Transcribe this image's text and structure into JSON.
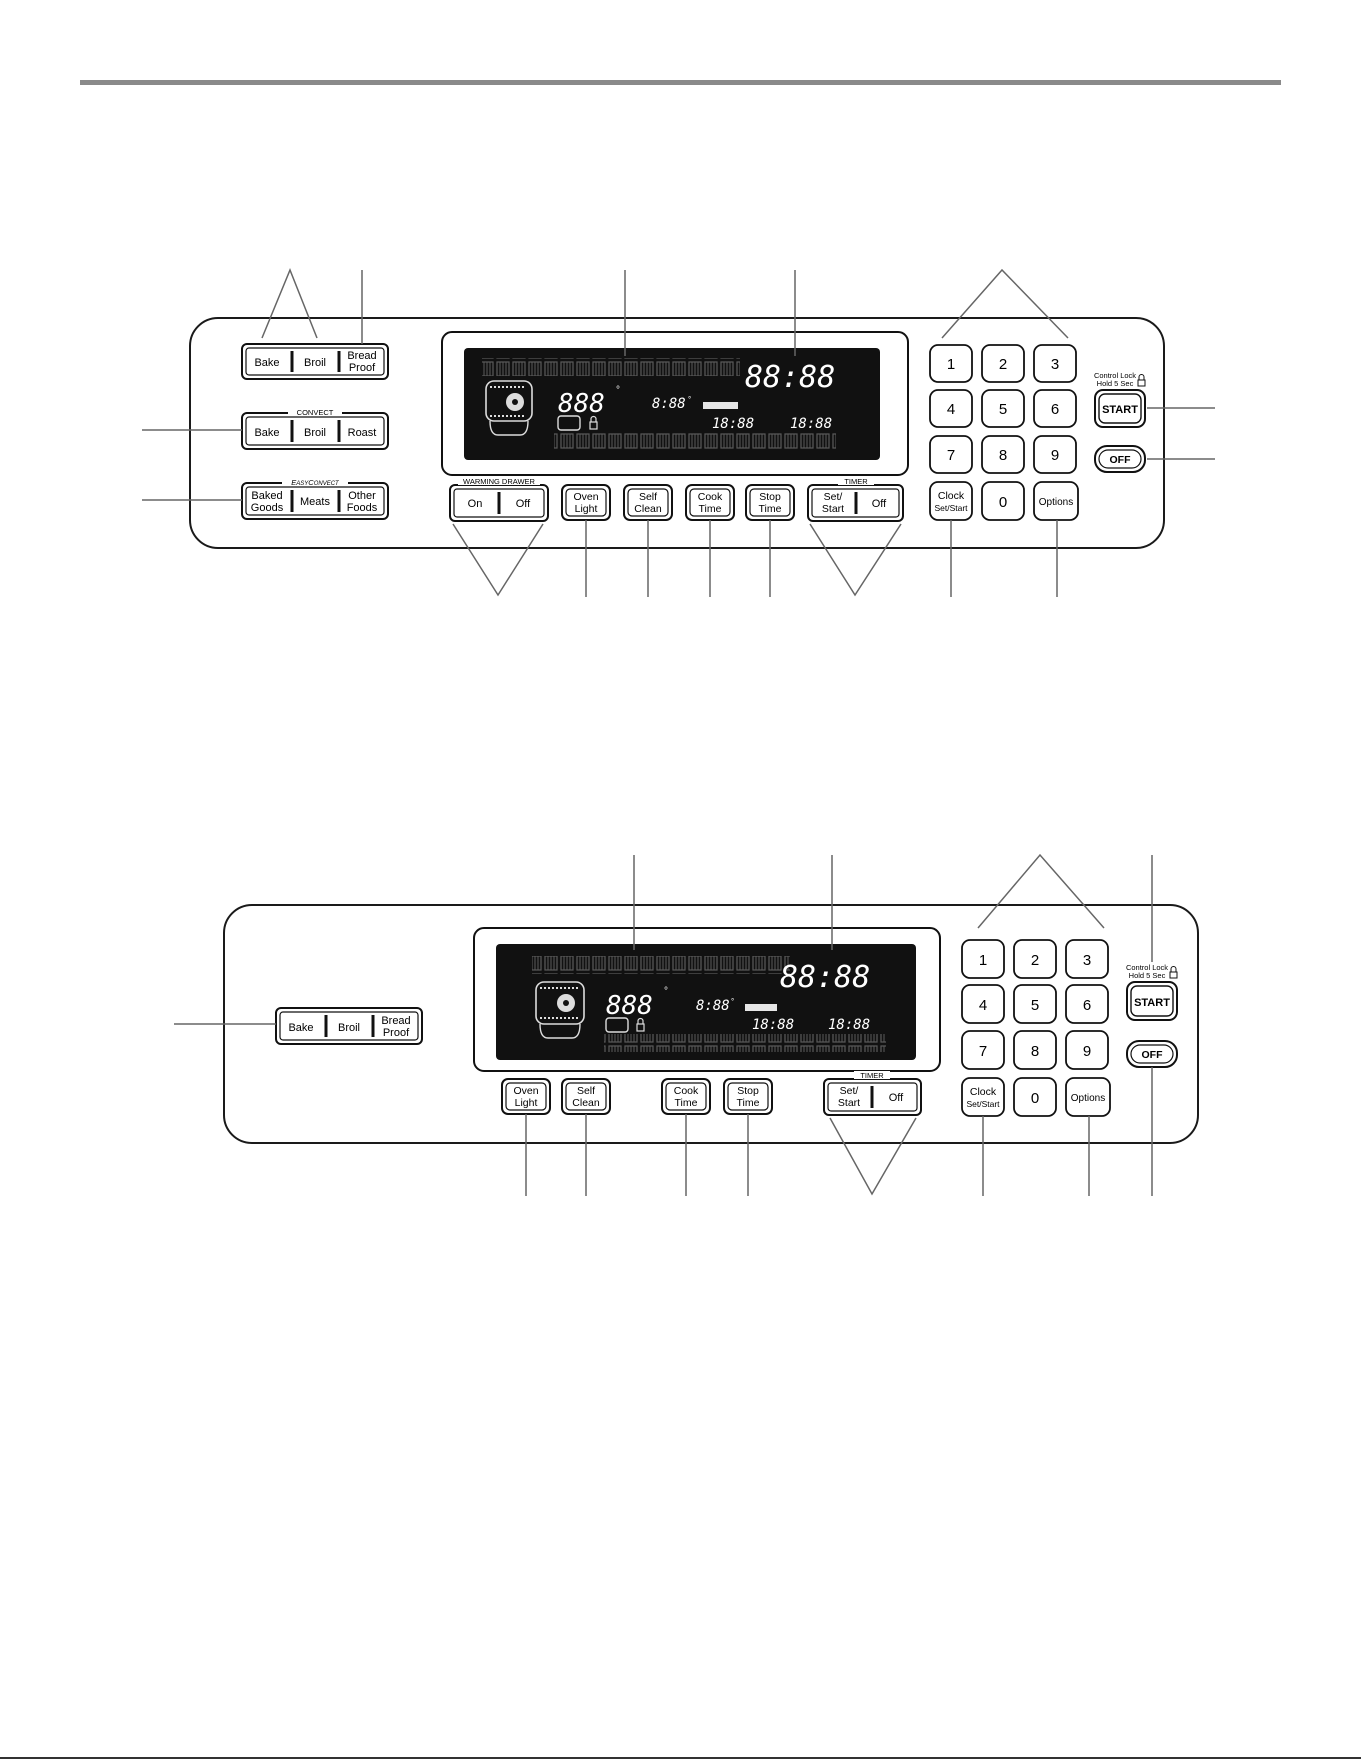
{
  "panel1": {
    "bake": {
      "bake": "Bake",
      "broil": "Broil",
      "bread1": "Bread",
      "bread2": "Proof"
    },
    "convect": {
      "title": "CONVECT",
      "bake": "Bake",
      "broil": "Broil",
      "roast": "Roast"
    },
    "easy": {
      "title_a": "E",
      "title_b": "ASY",
      "title_c": "C",
      "title_d": "ONVECT",
      "baked1": "Baked",
      "baked2": "Goods",
      "meats": "Meats",
      "other1": "Other",
      "other2": "Foods"
    },
    "warming": {
      "title": "WARMING DRAWER",
      "on": "On",
      "off": "Off"
    },
    "oven_light": {
      "l1": "Oven",
      "l2": "Light"
    },
    "self_clean": {
      "l1": "Self",
      "l2": "Clean"
    },
    "cook_time": {
      "l1": "Cook",
      "l2": "Time"
    },
    "stop_time": {
      "l1": "Stop",
      "l2": "Time"
    },
    "timer": {
      "title": "TIMER",
      "set1": "Set/",
      "set2": "Start",
      "off": "Off"
    },
    "clock": {
      "l1": "Clock",
      "l2": "Set/Start"
    },
    "options": "Options",
    "control_lock": {
      "l1": "Control Lock",
      "l2": "Hold 5 Sec"
    },
    "start": "START",
    "off": "OFF",
    "keys": [
      "1",
      "2",
      "3",
      "4",
      "5",
      "6",
      "7",
      "8",
      "9",
      "0"
    ],
    "display": {
      "clock": "88:88",
      "temp": "888",
      "small_temp": "8:88",
      "time_a": "18:88",
      "time_b": "18:88"
    }
  },
  "panel2": {
    "bake": {
      "bake": "Bake",
      "broil": "Broil",
      "bread1": "Bread",
      "bread2": "Proof"
    },
    "oven_light": {
      "l1": "Oven",
      "l2": "Light"
    },
    "self_clean": {
      "l1": "Self",
      "l2": "Clean"
    },
    "cook_time": {
      "l1": "Cook",
      "l2": "Time"
    },
    "stop_time": {
      "l1": "Stop",
      "l2": "Time"
    },
    "timer": {
      "title": "TIMER",
      "set1": "Set/",
      "set2": "Start",
      "off": "Off"
    },
    "clock": {
      "l1": "Clock",
      "l2": "Set/Start"
    },
    "options": "Options",
    "control_lock": {
      "l1": "Control Lock",
      "l2": "Hold 5 Sec"
    },
    "start": "START",
    "off": "OFF",
    "keys": [
      "1",
      "2",
      "3",
      "4",
      "5",
      "6",
      "7",
      "8",
      "9",
      "0"
    ],
    "display": {
      "clock": "88:88",
      "temp": "888",
      "small_temp": "8:88",
      "time_a": "18:88",
      "time_b": "18:88"
    }
  },
  "colors": {
    "panel_stroke": "#1a1a1a",
    "lcd": "#111111",
    "button_stroke": "#111111",
    "top_rule": "#888888"
  }
}
